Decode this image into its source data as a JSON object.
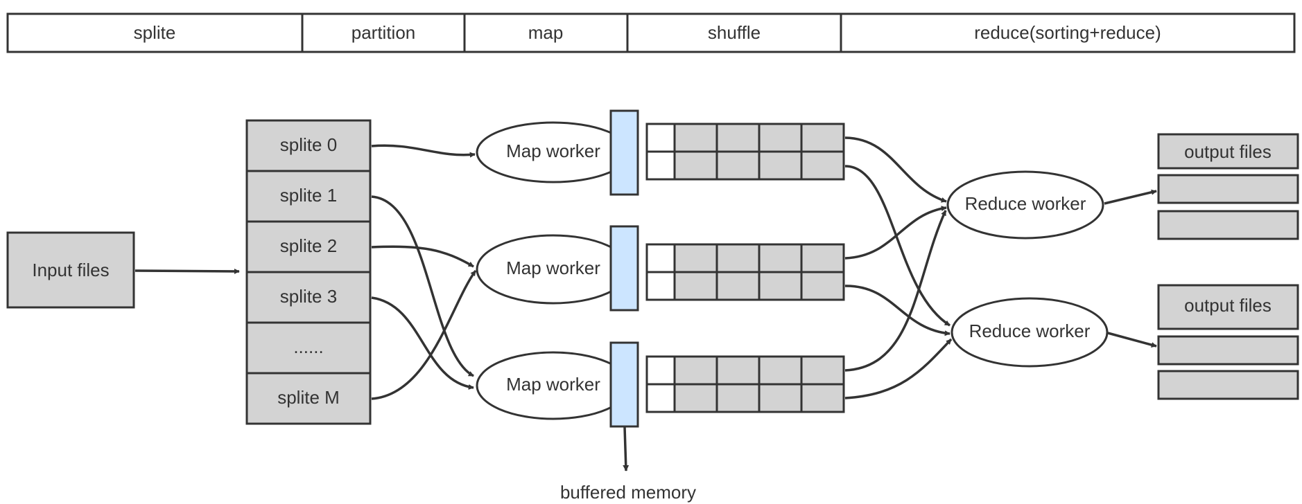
{
  "stages": [
    "splite",
    "partition",
    "map",
    "shuffle",
    "reduce(sorting+reduce)"
  ],
  "input": {
    "label": "Input files"
  },
  "splits": [
    "splite 0",
    "splite 1",
    "splite 2",
    "splite 3",
    "......",
    "splite M"
  ],
  "map_workers": [
    "Map worker",
    "Map worker",
    "Map worker"
  ],
  "reduce_workers": [
    "Reduce worker",
    "Reduce worker"
  ],
  "outputs": [
    "output files",
    "output files"
  ],
  "buffer_label": "buffered memory",
  "colors": {
    "box_fill": "#d3d3d3",
    "buffer_fill": "#cce5ff",
    "stroke": "#333333",
    "background": "#ffffff"
  }
}
